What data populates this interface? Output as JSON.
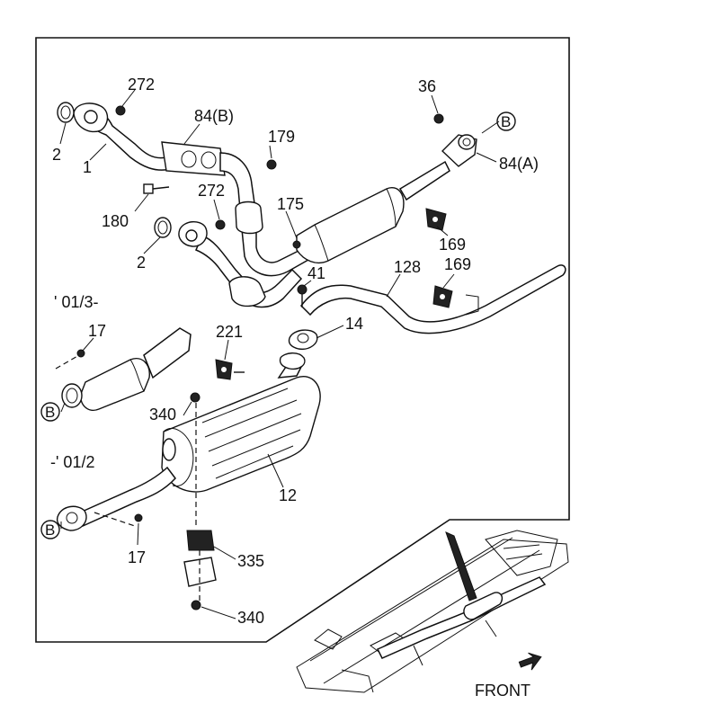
{
  "diagram": {
    "callouts": {
      "p272a": "272",
      "p2a": "2",
      "p1": "1",
      "p84b": "84(B)",
      "p179": "179",
      "p180": "180",
      "p272b": "272",
      "p2b": "2",
      "p175": "175",
      "p36": "36",
      "pB_top": "B",
      "p84a": "84(A)",
      "p169a": "169",
      "p128": "128",
      "p169b": "169",
      "p41": "41",
      "p14": "14",
      "p17a": "17",
      "p221": "221",
      "pB_mid": "B",
      "p340a": "340",
      "p12": "12",
      "pB_low": "B",
      "p17b": "17",
      "p335": "335",
      "p340b": "340"
    },
    "variants": {
      "from_date": "' 01/3-",
      "to_date": "-' 01/2"
    },
    "front_label": "FRONT"
  }
}
